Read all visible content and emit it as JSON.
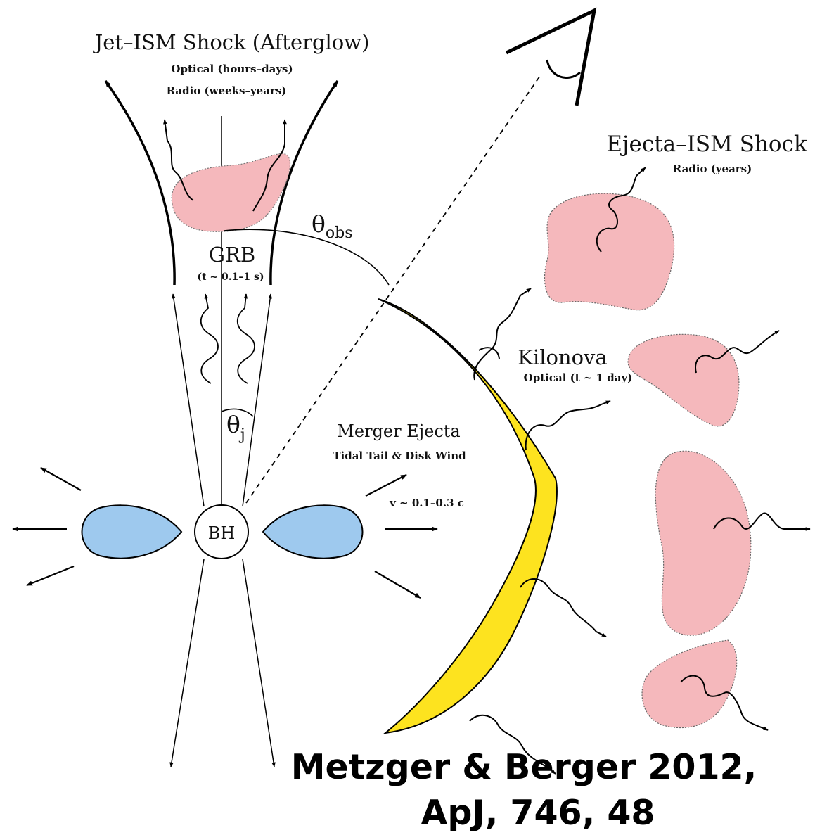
{
  "diagram": {
    "jet_shock": {
      "title": "Jet–ISM Shock (Afterglow)",
      "line1": "Optical (hours–days)",
      "line2": "Radio (weeks–years)"
    },
    "grb": {
      "title": "GRB",
      "time": "(t ~ 0.1–1 s)"
    },
    "theta_obs": {
      "symbol": "θ",
      "subscript": "obs"
    },
    "theta_j": {
      "symbol": "θ",
      "subscript": "j"
    },
    "bh_label": "BH",
    "ejecta_shock": {
      "title": "Ejecta–ISM Shock",
      "sub": "Radio (years)"
    },
    "kilonova": {
      "title": "Kilonova",
      "sub": "Optical (t ~ 1 day)"
    },
    "merger_ejecta": {
      "title": "Merger Ejecta",
      "sub": "Tidal Tail & Disk Wind",
      "velocity": "v ~ 0.1–0.3 c"
    },
    "citation": {
      "line1": "Metzger & Berger 2012,",
      "line2": "ApJ, 746, 48"
    },
    "colors": {
      "shock_pink": "#f5b8bc",
      "ejecta_yellow": "#fde31f",
      "disk_blue": "#9ec9ee",
      "ink": "#111111"
    }
  }
}
